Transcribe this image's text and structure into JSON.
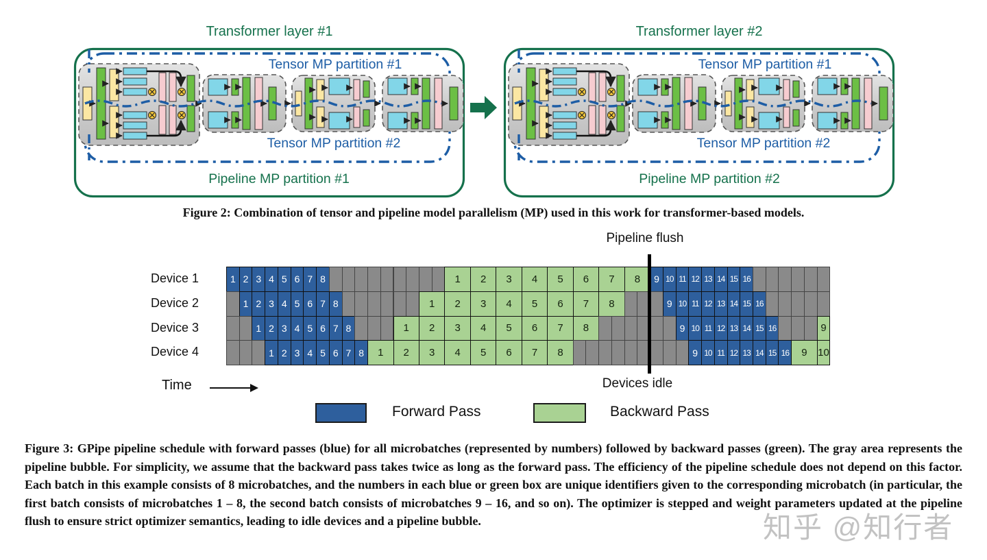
{
  "figure2": {
    "caption": "Figure 2: Combination of tensor and pipeline model parallelism (MP) used in this work for transformer-based models.",
    "layers": [
      {
        "title": "Transformer layer #1",
        "tensor_mp_1": "Tensor MP partition #1",
        "tensor_mp_2": "Tensor MP partition #2",
        "pipeline_mp": "Pipeline MP partition #1"
      },
      {
        "title": "Transformer layer #2",
        "tensor_mp_1": "Tensor MP partition #1",
        "tensor_mp_2": "Tensor MP partition #2",
        "pipeline_mp": "Pipeline MP partition #2"
      }
    ],
    "palette": {
      "outer_border_green": "#15714c",
      "partition_label_blue": "#1d5da5",
      "block_yellow": "#fbe7a3",
      "block_green": "#6cbf45",
      "block_blue": "#82d6e8",
      "block_pink": "#f6ccd0",
      "gray_box_fill": "#d2d2d2"
    }
  },
  "figure3": {
    "labels": {
      "pipeline_flush": "Pipeline flush",
      "devices_idle": "Devices idle",
      "time": "Time"
    },
    "legend": [
      {
        "label": "Forward Pass",
        "color": "#2e5f9d"
      },
      {
        "label": "Backward Pass",
        "color": "#a9d293"
      }
    ],
    "caption": "Figure 3: GPipe pipeline schedule with forward passes (blue) for all microbatches (represented by numbers) followed by backward passes (green). The gray area represents the pipeline bubble. For simplicity, we assume that the backward pass takes twice as long as the forward pass. The efficiency of the pipeline schedule does not depend on this factor. Each batch in this example consists of 8 microbatches, and the numbers in each blue or green box are unique identifiers given to the corresponding microbatch (in particular, the first batch consists of microbatches 1 – 8, the second batch consists of microbatches 9 – 16, and so on). The optimizer is stepped and weight parameters updated at the pipeline flush to ensure strict optimizer semantics, leading to idle devices and a pipeline bubble.",
    "watermark": "知乎 @知行者",
    "chart_data": {
      "type": "gantt",
      "description": "GPipe pipeline schedule: forward pass = 1 time unit (blue), backward pass = 2 time units (green), gray = idle pipeline bubble",
      "total_time_units": 47,
      "flush_time_unit": 33,
      "idle_color": "#8a8a8a",
      "devices": [
        {
          "name": "Device 1",
          "segments": [
            {
              "type": "fwd",
              "ids": [
                1,
                2,
                3,
                4,
                5,
                6,
                7,
                8
              ]
            },
            {
              "type": "idle",
              "units": 9
            },
            {
              "type": "bwd",
              "ids": [
                1,
                2,
                3,
                4,
                5,
                6,
                7,
                8
              ]
            },
            {
              "type": "fwd",
              "ids": [
                9,
                10,
                11,
                12,
                13,
                14,
                15,
                16
              ]
            },
            {
              "type": "idle",
              "units": 6
            }
          ]
        },
        {
          "name": "Device 2",
          "segments": [
            {
              "type": "idle",
              "units": 1
            },
            {
              "type": "fwd",
              "ids": [
                1,
                2,
                3,
                4,
                5,
                6,
                7,
                8
              ]
            },
            {
              "type": "idle",
              "units": 6
            },
            {
              "type": "bwd",
              "ids": [
                1,
                2,
                3,
                4,
                5,
                6,
                7,
                8
              ]
            },
            {
              "type": "idle",
              "units": 3
            },
            {
              "type": "fwd",
              "ids": [
                9,
                10,
                11,
                12,
                13,
                14,
                15,
                16
              ]
            },
            {
              "type": "idle",
              "units": 5
            }
          ]
        },
        {
          "name": "Device 3",
          "segments": [
            {
              "type": "idle",
              "units": 2
            },
            {
              "type": "fwd",
              "ids": [
                1,
                2,
                3,
                4,
                5,
                6,
                7,
                8
              ]
            },
            {
              "type": "idle",
              "units": 3
            },
            {
              "type": "bwd",
              "ids": [
                1,
                2,
                3,
                4,
                5,
                6,
                7,
                8
              ]
            },
            {
              "type": "idle",
              "units": 6
            },
            {
              "type": "fwd",
              "ids": [
                9,
                10,
                11,
                12,
                13,
                14,
                15,
                16
              ]
            },
            {
              "type": "idle",
              "units": 3
            },
            {
              "type": "bwd",
              "ids": [
                9
              ],
              "truncated": true
            }
          ]
        },
        {
          "name": "Device 4",
          "segments": [
            {
              "type": "idle",
              "units": 3
            },
            {
              "type": "fwd",
              "ids": [
                1,
                2,
                3,
                4,
                5,
                6,
                7,
                8
              ]
            },
            {
              "type": "bwd",
              "ids": [
                1,
                2,
                3,
                4,
                5,
                6,
                7,
                8
              ]
            },
            {
              "type": "idle",
              "units": 9
            },
            {
              "type": "fwd",
              "ids": [
                9,
                10,
                11,
                12,
                13,
                14,
                15,
                16
              ]
            },
            {
              "type": "bwd",
              "ids": [
                9
              ]
            },
            {
              "type": "bwd",
              "ids": [
                10
              ],
              "truncated": true
            }
          ]
        }
      ]
    }
  }
}
